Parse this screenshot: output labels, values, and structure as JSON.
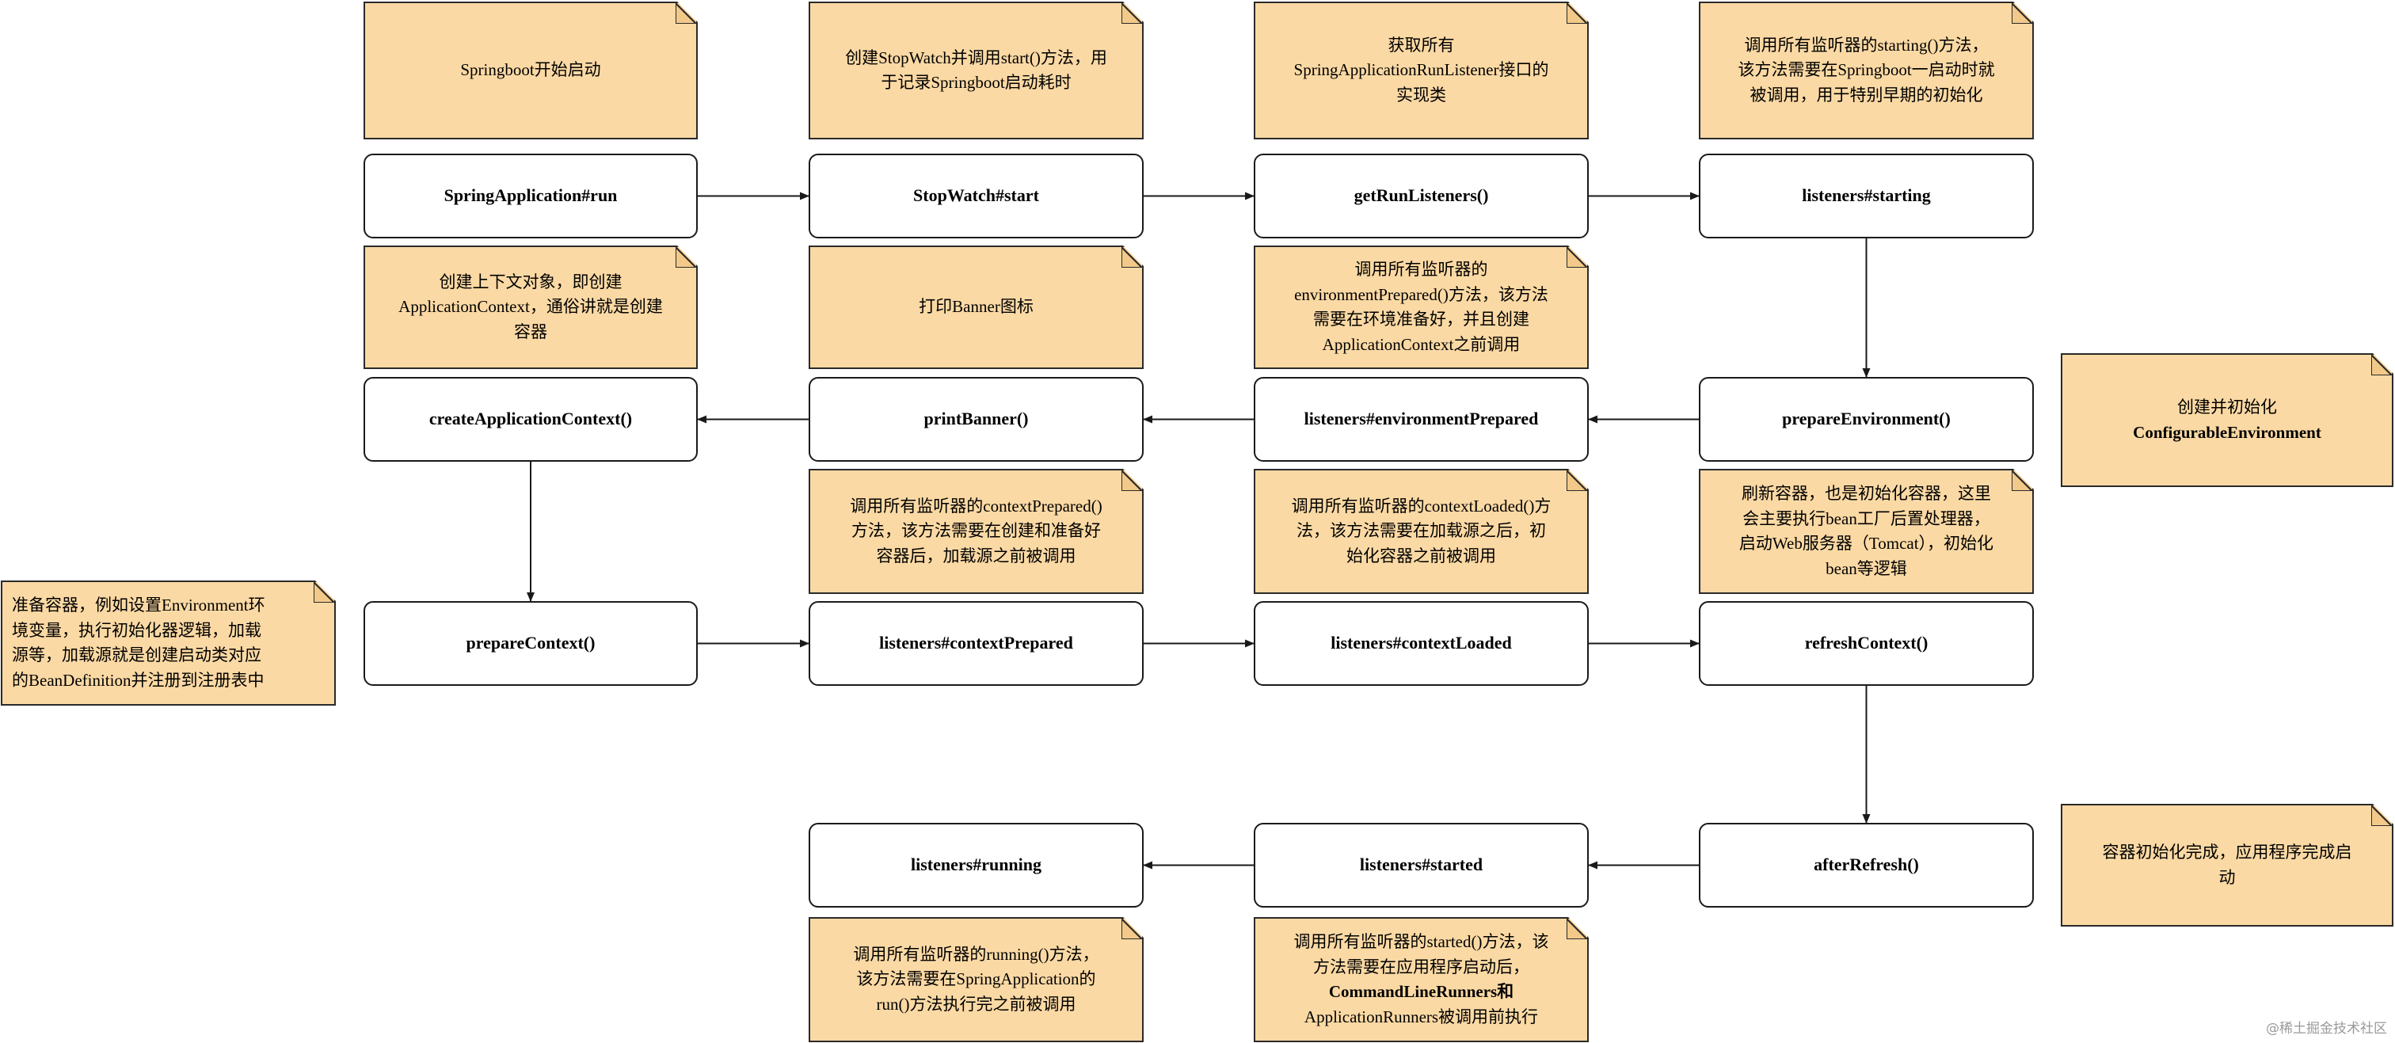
{
  "steps": {
    "run": "SpringApplication#run",
    "stopwatch": "StopWatch#start",
    "get_listeners": "getRunListeners()",
    "starting": "listeners#starting",
    "prepare_env": "prepareEnvironment()",
    "env_prepared": "listeners#environmentPrepared",
    "print_banner": "printBanner()",
    "create_context": "createApplicationContext()",
    "prepare_context": "prepareContext()",
    "context_prepared": "listeners#contextPrepared",
    "context_loaded": "listeners#contextLoaded",
    "refresh_context": "refreshContext()",
    "after_refresh": "afterRefresh()",
    "started": "listeners#started",
    "running": "listeners#running"
  },
  "notes": {
    "run": [
      "Springboot开始启动"
    ],
    "stopwatch": [
      "创建StopWatch并调用start()方法，用",
      "于记录Springboot启动耗时"
    ],
    "get_listeners": [
      "获取所有",
      "SpringApplicationRunListener接口的",
      "实现类"
    ],
    "starting": [
      "调用所有监听器的starting()方法，",
      "该方法需要在Springboot一启动时就",
      "被调用，用于特别早期的初始化"
    ],
    "prepare_env": [
      "创建并初始化",
      "ConfigurableEnvironment"
    ],
    "env_prepared": [
      "调用所有监听器的",
      "environmentPrepared()方法，该方法",
      "需要在环境准备好，并且创建",
      "ApplicationContext之前调用"
    ],
    "print_banner": [
      "打印Banner图标"
    ],
    "create_context": [
      "创建上下文对象，即创建",
      "ApplicationContext，通俗讲就是创建",
      "容器"
    ],
    "prepare_context": [
      "准备容器，例如设置Environment环",
      "境变量，执行初始化器逻辑，加载",
      "源等，加载源就是创建启动类对应",
      "的BeanDefinition并注册到注册表中"
    ],
    "context_prepared": [
      "调用所有监听器的contextPrepared()",
      "方法，该方法需要在创建和准备好",
      "容器后，加载源之前被调用"
    ],
    "context_loaded": [
      "调用所有监听器的contextLoaded()方",
      "法，该方法需要在加载源之后，初",
      "始化容器之前被调用"
    ],
    "refresh_context": [
      "刷新容器，也是初始化容器，这里",
      "会主要执行bean工厂后置处理器，",
      "启动Web服务器（Tomcat），初始化",
      "bean等逻辑"
    ],
    "after_refresh": [
      "容器初始化完成，应用程序完成启",
      "动"
    ],
    "started": [
      "调用所有监听器的started()方法，该",
      "方法需要在应用程序启动后，",
      "CommandLineRunners和",
      "ApplicationRunners被调用前执行"
    ],
    "running": [
      "调用所有监听器的running()方法，",
      "该方法需要在SpringApplication的",
      "run()方法执行完之前被调用"
    ]
  },
  "edges": [
    [
      "run",
      "stopwatch"
    ],
    [
      "stopwatch",
      "get_listeners"
    ],
    [
      "get_listeners",
      "starting"
    ],
    [
      "starting",
      "prepare_env"
    ],
    [
      "prepare_env",
      "env_prepared"
    ],
    [
      "env_prepared",
      "print_banner"
    ],
    [
      "print_banner",
      "create_context"
    ],
    [
      "create_context",
      "prepare_context"
    ],
    [
      "prepare_context",
      "context_prepared"
    ],
    [
      "context_prepared",
      "context_loaded"
    ],
    [
      "context_loaded",
      "refresh_context"
    ],
    [
      "refresh_context",
      "after_refresh"
    ],
    [
      "after_refresh",
      "started"
    ],
    [
      "started",
      "running"
    ]
  ],
  "watermark": "@稀土掘金技术社区",
  "colors": {
    "note_fill": "#fbd9a4",
    "box_border": "#1a1a1a",
    "arrow": "#1a1a1a"
  }
}
